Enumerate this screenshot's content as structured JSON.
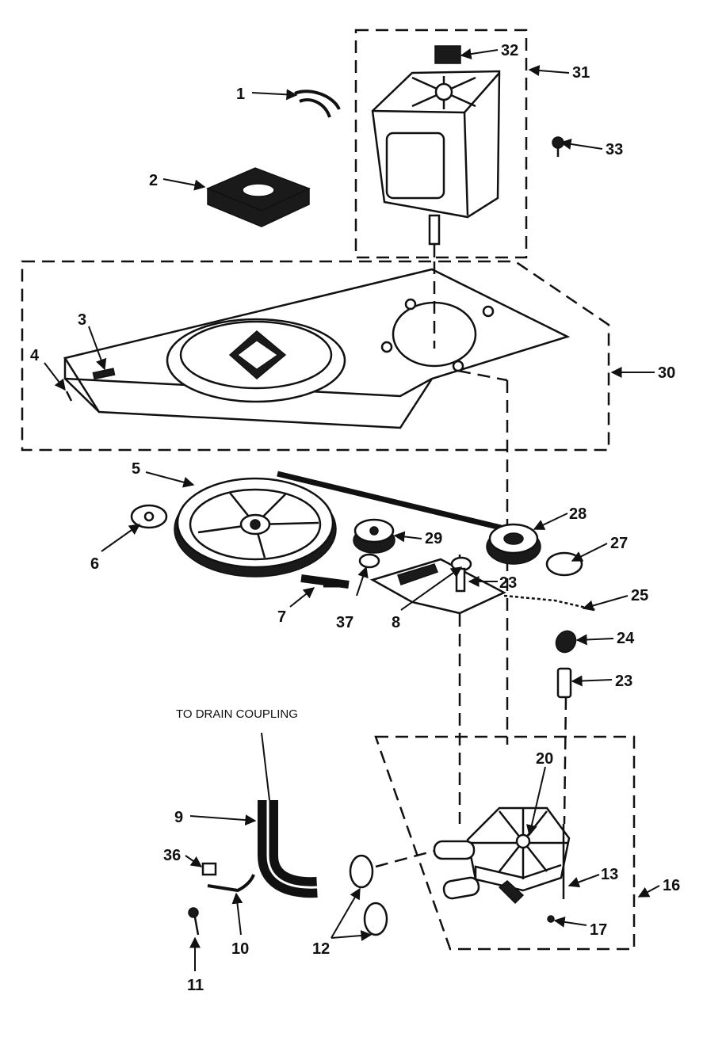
{
  "callouts": {
    "c1": "1",
    "c2": "2",
    "c3": "3",
    "c4": "4",
    "c5": "5",
    "c6": "6",
    "c7": "7",
    "c8": "8",
    "c9": "9",
    "c10": "10",
    "c11": "11",
    "c12": "12",
    "c13": "13",
    "c16": "16",
    "c17": "17",
    "c20": "20",
    "c23a": "23",
    "c23b": "23",
    "c24": "24",
    "c25": "25",
    "c27": "27",
    "c28": "28",
    "c29": "29",
    "c30": "30",
    "c31": "31",
    "c32": "32",
    "c33": "33",
    "c36": "36",
    "c37": "37"
  },
  "notes": {
    "drain": "TO DRAIN COUPLING"
  }
}
